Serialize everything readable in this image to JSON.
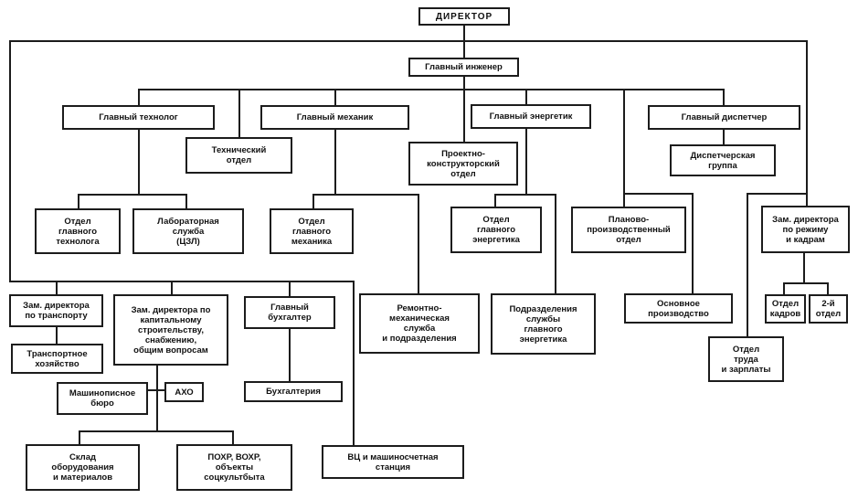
{
  "diagram": {
    "type": "org-chart",
    "language": "ru",
    "colors": {
      "background": "#ffffff",
      "box_border": "#1c1c1c",
      "line": "#1c1c1c",
      "text": "#111111"
    },
    "nodes": {
      "director": {
        "label": "ДИРЕКТОР"
      },
      "chief_engineer": {
        "label": "Главный инженер"
      },
      "chief_technologist": {
        "label": "Главный технолог"
      },
      "chief_mechanic": {
        "label": "Главный механик"
      },
      "chief_power_engineer": {
        "label": "Главный энергетик"
      },
      "chief_dispatcher": {
        "label": "Главный диспетчер"
      },
      "technical_dept": {
        "label": "Технический\nотдел"
      },
      "design_dept": {
        "label": "Проектно-\nконструкторский\nотдел"
      },
      "dispatch_group": {
        "label": "Диспетчерская\nгруппа"
      },
      "chief_technologist_dept": {
        "label": "Отдел\nглавного\nтехнолога"
      },
      "lab_service": {
        "label": "Лабораторная\nслужба\n(ЦЗЛ)"
      },
      "chief_mechanic_dept": {
        "label": "Отдел\nглавного\nмеханика"
      },
      "chief_power_dept": {
        "label": "Отдел\nглавного\nэнергетика"
      },
      "planning_dept": {
        "label": "Планово-\nпроизводственный\nотдел"
      },
      "deputy_regime": {
        "label": "Зам. директора\nпо режиму\nи кадрам"
      },
      "deputy_transport": {
        "label": "Зам. директора\nпо транспорту"
      },
      "transport_facility": {
        "label": "Транспортное\nхозяйство"
      },
      "deputy_construction": {
        "label": "Зам. директора по\nкапитальному\nстроительству,\nснабжению,\nобщим вопросам"
      },
      "chief_accountant": {
        "label": "Главный\nбухгалтер"
      },
      "repair_service": {
        "label": "Ремонтно-\nмеханическая\nслужба\nи подразделения"
      },
      "power_subdivisions": {
        "label": "Подразделения\nслужбы\nглавного\nэнергетика"
      },
      "main_production": {
        "label": "Основное\nпроизводство"
      },
      "labor_dept": {
        "label": "Отдел\nтруда\nи зарплаты"
      },
      "personnel_dept": {
        "label": "Отдел\nкадров"
      },
      "second_dept": {
        "label": "2-й\nотдел"
      },
      "typing_bureau": {
        "label": "Машинописное\nбюро"
      },
      "aho": {
        "label": "АХО"
      },
      "accounting": {
        "label": "Бухгалтерия"
      },
      "warehouse": {
        "label": "Склад\nоборудования\nи материалов"
      },
      "pohr": {
        "label": "ПОХР, ВОХР,\nобъекты\nсоцкультбыта"
      },
      "computing_center": {
        "label": "ВЦ и машиносчетная\nстанция"
      }
    },
    "edges": [
      {
        "from": "director",
        "to": "chief_engineer"
      },
      {
        "from": "director",
        "to": "deputy_transport"
      },
      {
        "from": "director",
        "to": "deputy_construction"
      },
      {
        "from": "director",
        "to": "chief_accountant"
      },
      {
        "from": "director",
        "to": "computing_center"
      },
      {
        "from": "director",
        "to": "deputy_regime"
      },
      {
        "from": "director",
        "to": "labor_dept"
      },
      {
        "from": "chief_engineer",
        "to": "chief_technologist"
      },
      {
        "from": "chief_engineer",
        "to": "technical_dept"
      },
      {
        "from": "chief_engineer",
        "to": "chief_mechanic"
      },
      {
        "from": "chief_engineer",
        "to": "design_dept"
      },
      {
        "from": "chief_engineer",
        "to": "chief_power_engineer"
      },
      {
        "from": "chief_engineer",
        "to": "planning_dept"
      },
      {
        "from": "chief_engineer",
        "to": "main_production"
      },
      {
        "from": "chief_engineer",
        "to": "chief_dispatcher"
      },
      {
        "from": "chief_technologist",
        "to": "chief_technologist_dept"
      },
      {
        "from": "chief_technologist",
        "to": "lab_service"
      },
      {
        "from": "chief_mechanic",
        "to": "chief_mechanic_dept"
      },
      {
        "from": "chief_mechanic",
        "to": "repair_service"
      },
      {
        "from": "chief_power_engineer",
        "to": "chief_power_dept"
      },
      {
        "from": "chief_power_engineer",
        "to": "power_subdivisions"
      },
      {
        "from": "chief_dispatcher",
        "to": "dispatch_group"
      },
      {
        "from": "deputy_regime",
        "to": "personnel_dept"
      },
      {
        "from": "deputy_regime",
        "to": "second_dept"
      },
      {
        "from": "deputy_transport",
        "to": "transport_facility"
      },
      {
        "from": "deputy_construction",
        "to": "typing_bureau"
      },
      {
        "from": "deputy_construction",
        "to": "aho"
      },
      {
        "from": "deputy_construction",
        "to": "warehouse"
      },
      {
        "from": "deputy_construction",
        "to": "pohr"
      },
      {
        "from": "chief_accountant",
        "to": "accounting"
      }
    ]
  }
}
